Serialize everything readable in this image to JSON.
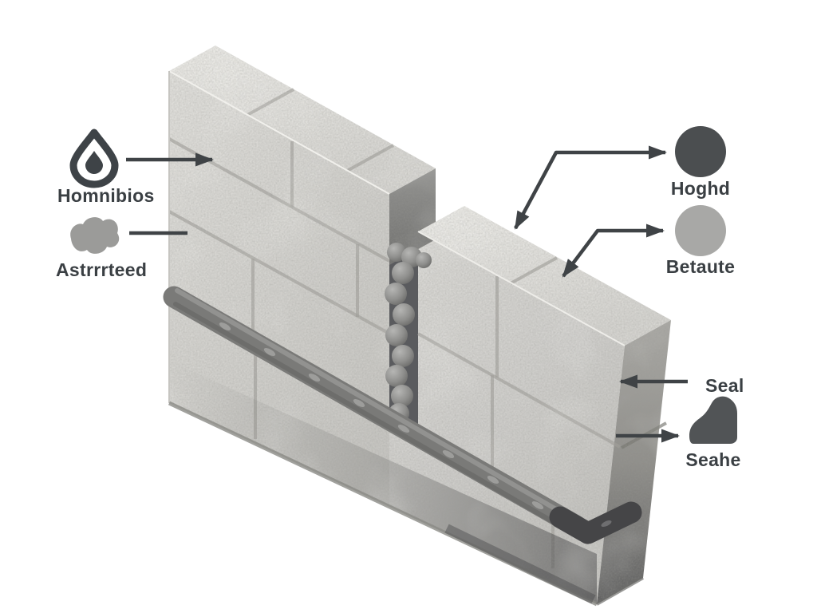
{
  "diagram": {
    "type": "construction-detail-illustration",
    "subject": "isometric concrete block wall with sealant joint and backer rod beads",
    "labels": {
      "homnibios": "Homnibios",
      "astrrrteed": "Astrrrteed",
      "hoghd": "Hoghd",
      "betaute": "Betaute",
      "seal": "Seal",
      "seahe": "Seahe"
    },
    "icons": {
      "left_top": "water-drop-icon",
      "left_bottom": "stain-blob-icon",
      "right_top": "dark-circle-swatch",
      "right_middle": "gray-circle-swatch",
      "right_bottom": "sealant-profile-icon"
    }
  },
  "colors": {
    "background": "#ffffff",
    "text": "#3a3f43",
    "arrow": "#3f4346",
    "drop_icon": "#3e4347",
    "blob_icon": "#9b9b99",
    "dark_circle": "#4b4e50",
    "light_circle": "#a8a8a6",
    "sealant_icon": "#515456",
    "wall_front": "#d2d1cd",
    "wall_top": "#e2e1dd",
    "wall_side": "#8f8e8a",
    "joint_channel": "#5a5b5e",
    "sealant_tube": "#7a7a78",
    "sealant_tube_end": "#454547",
    "bead": "#8f8f8d",
    "mortar_line": "#a19f9b"
  }
}
